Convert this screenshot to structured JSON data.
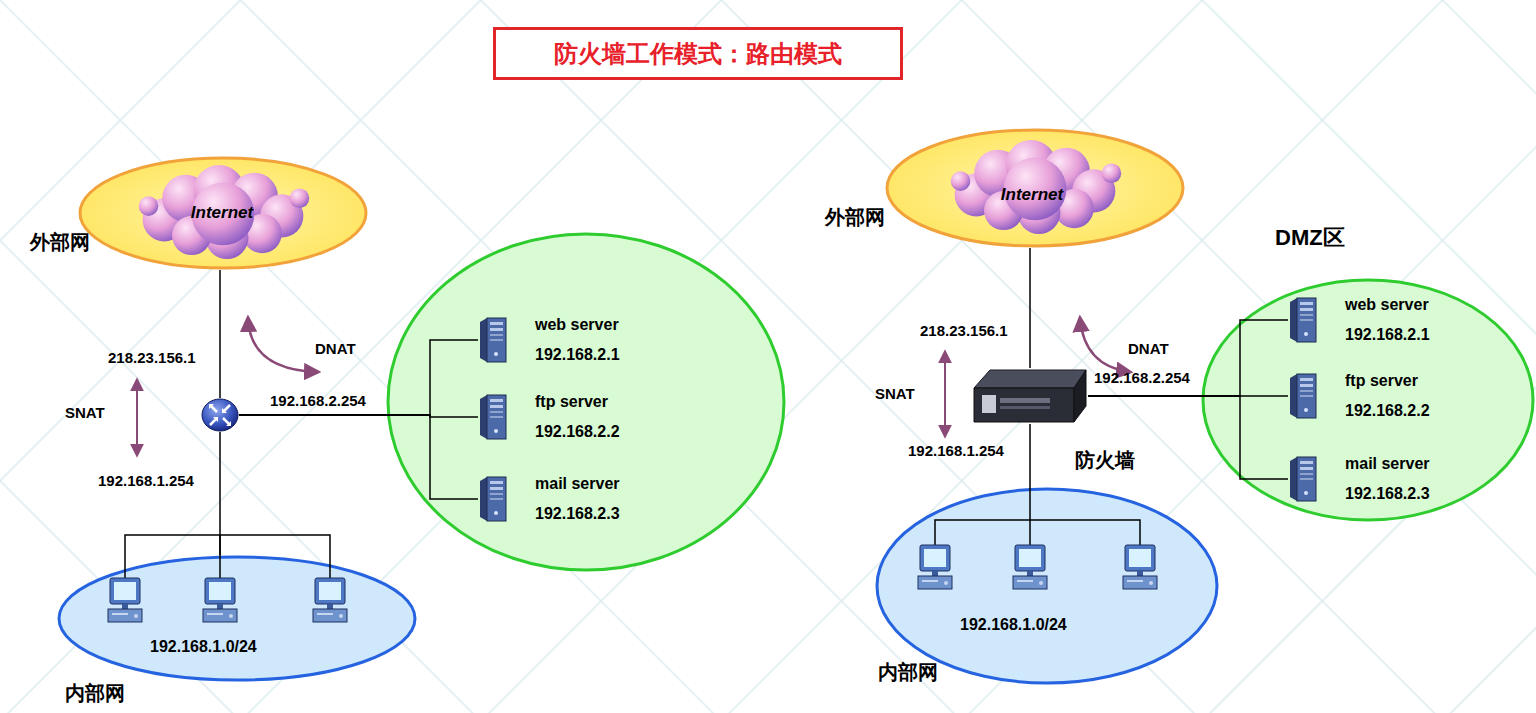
{
  "diagram": {
    "title": "防火墙工作模式：路由模式",
    "nodes": [
      {
        "text": [
          "Internet"
        ]
      },
      {
        "text": [
          "218.23.156.1",
          "192.168.2.254",
          "192.168.1.254"
        ]
      },
      {
        "text": [
          "web server",
          "192.168.2.1"
        ]
      },
      {
        "text": [
          "ftp server",
          "192.168.2.2"
        ]
      },
      {
        "text": [
          "mail server",
          "192.168.2.3"
        ]
      },
      {
        "text": [
          "192.168.1.0/24"
        ]
      },
      {
        "text": [
          "Internet"
        ]
      },
      {
        "text": [
          "218.23.156.1",
          "192.168.2.254",
          "192.168.1.254",
          "防火墙"
        ]
      },
      {
        "text": [
          "web server",
          "192.168.2.1"
        ]
      },
      {
        "text": [
          "ftp server",
          "192.168.2.2"
        ]
      },
      {
        "text": [
          "mail server",
          "192.168.2.3"
        ]
      },
      {
        "text": [
          "192.168.1.0/24"
        ]
      }
    ],
    "edges": [
      {
        "from": 0,
        "to": 1,
        "arrow": "none"
      },
      {
        "from": 1,
        "to": 2,
        "arrow": "none"
      },
      {
        "from": 1,
        "to": 3,
        "arrow": "none"
      },
      {
        "from": 1,
        "to": 4,
        "arrow": "none"
      },
      {
        "from": 1,
        "to": 5,
        "arrow": "none"
      },
      {
        "from": 6,
        "to": 7,
        "arrow": "none"
      },
      {
        "from": 7,
        "to": 8,
        "arrow": "none"
      },
      {
        "from": 7,
        "to": 9,
        "arrow": "none"
      },
      {
        "from": 7,
        "to": 10,
        "arrow": "none"
      },
      {
        "from": 7,
        "to": 11,
        "arrow": "none"
      }
    ],
    "labels": [
      "外部网",
      "SNAT",
      "DNAT",
      "内部网",
      "外部网",
      "DMZ区",
      "SNAT",
      "DNAT",
      "内部网"
    ]
  }
}
